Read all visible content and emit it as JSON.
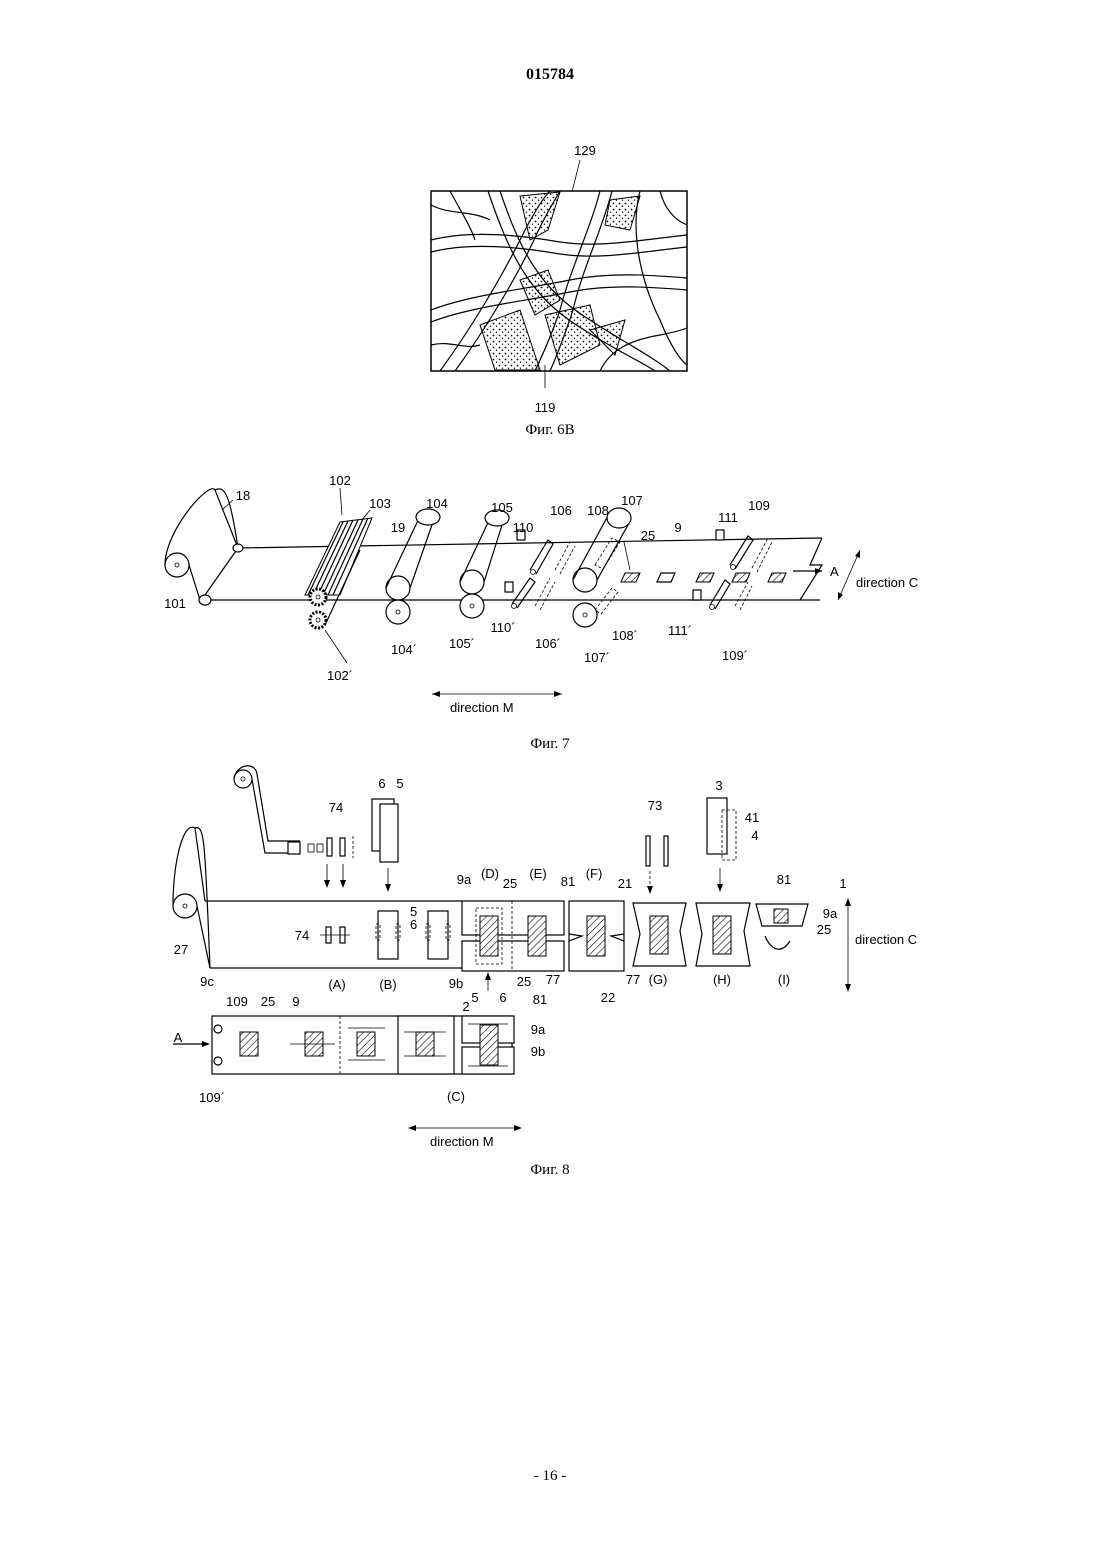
{
  "header": {
    "doc_number": "015784"
  },
  "fig6b": {
    "caption": "Фиг. 6B",
    "label_top": "129",
    "label_bottom": "119"
  },
  "fig7": {
    "caption": "Фиг. 7",
    "labels": {
      "l101": "101",
      "l18": "18",
      "l102": "102",
      "l102p": "102´",
      "l103": "103",
      "l19": "19",
      "l104": "104",
      "l104p": "104´",
      "l105": "105",
      "l105p": "105´",
      "l110": "110",
      "l110p": "110´",
      "l106": "106",
      "l106p": "106´",
      "l108": "108",
      "l108p": "108´",
      "l107": "107",
      "l107p": "107´",
      "l25": "25",
      "l9": "9",
      "l111": "111",
      "l111p": "111´",
      "l109": "109",
      "l109p": "109´",
      "lA": "A",
      "direction_c": "direction C",
      "direction_m": "direction M"
    }
  },
  "fig8": {
    "caption": "Фиг. 8",
    "labels": {
      "l6": "6",
      "l5": "5",
      "l74a": "74",
      "l74b": "74",
      "l27": "27",
      "l9c": "9c",
      "sA": "(A)",
      "sB": "(B)",
      "sD": "(D)",
      "sE": "(E)",
      "sF": "(F)",
      "sG": "(G)",
      "sH": "(H)",
      "sI": "(I)",
      "sC": "(C)",
      "l9a_1": "9a",
      "l25_1": "25",
      "l81_1": "81",
      "l21": "21",
      "l9b_1": "9b",
      "l2": "2",
      "l5b": "5",
      "l6b": "6",
      "l25_2": "25",
      "l81_2": "81",
      "l77_1": "77",
      "l77_2": "77",
      "l22": "22",
      "l73": "73",
      "l3": "3",
      "l41": "41",
      "l4": "4",
      "l81_3": "81",
      "l1": "1",
      "l9a_2": "9a",
      "l25_3": "25",
      "l5c": "5",
      "l6c": "6",
      "l109": "109",
      "l109p": "109´",
      "l25_4": "25",
      "l9": "9",
      "lA": "A",
      "l9a_3": "9a",
      "l9b_3": "9b",
      "direction_c": "direction C",
      "direction_m": "direction M"
    }
  },
  "footer": {
    "page_number": "- 16 -"
  }
}
